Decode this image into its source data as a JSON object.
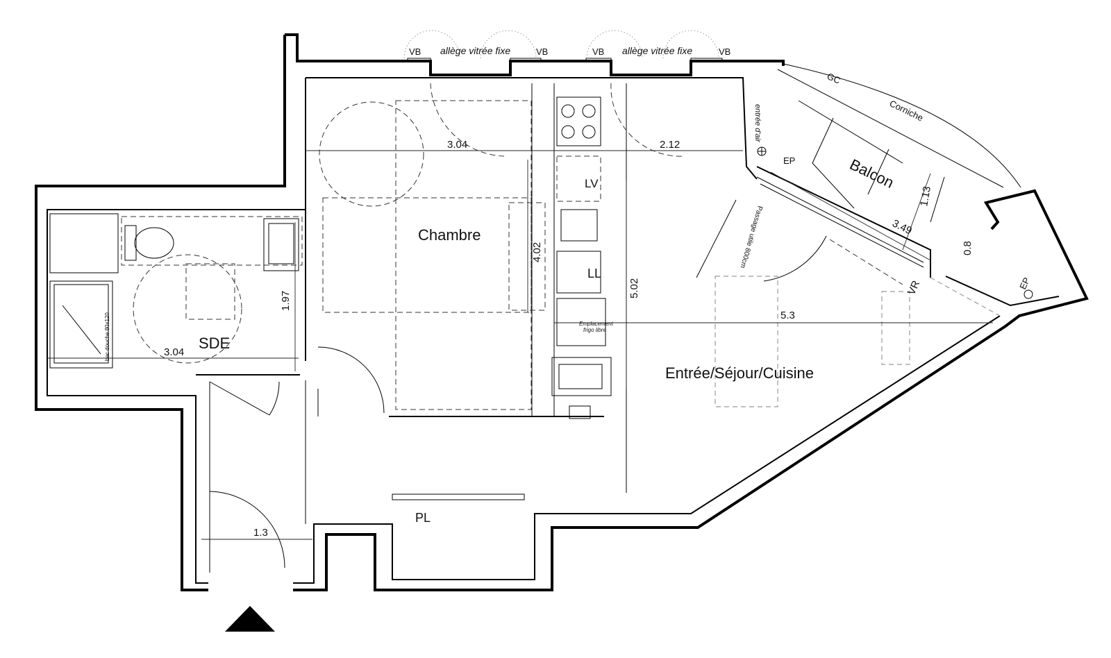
{
  "rooms": {
    "chambre": "Chambre",
    "sde": "SDE",
    "sejour": "Entrée/Séjour/Cuisine",
    "balcon": "Balcon",
    "placard": "PL",
    "lave_linge": "LL",
    "lave_vaisselle": "LV"
  },
  "facade": {
    "vb": "VB",
    "allege": "allège vitrée fixe",
    "gc": "GC",
    "corniche": "Corniche",
    "entree_air": "entrée d'air",
    "ep": "EP",
    "vr": "VR",
    "passage": "Passage utile 800cm"
  },
  "fixtures": {
    "douche": "bac douche 80x120",
    "frigo_line1": "Emplacement",
    "frigo_line2": "frigo libre"
  },
  "dimensions": {
    "chambre_width": "3.04",
    "chambre_depth": "4.02",
    "sejour_width_top": "2.12",
    "sejour_depth": "5.02",
    "sejour_length": "5.3",
    "sde_width": "3.04",
    "sde_depth": "1.97",
    "entry_width": "1.3",
    "balcon_length": "3.49",
    "balcon_depth": "1.13",
    "balcon_end": "0.8"
  },
  "colors": {
    "wall": "#000000",
    "furniture": "#999999",
    "background": "#ffffff"
  }
}
